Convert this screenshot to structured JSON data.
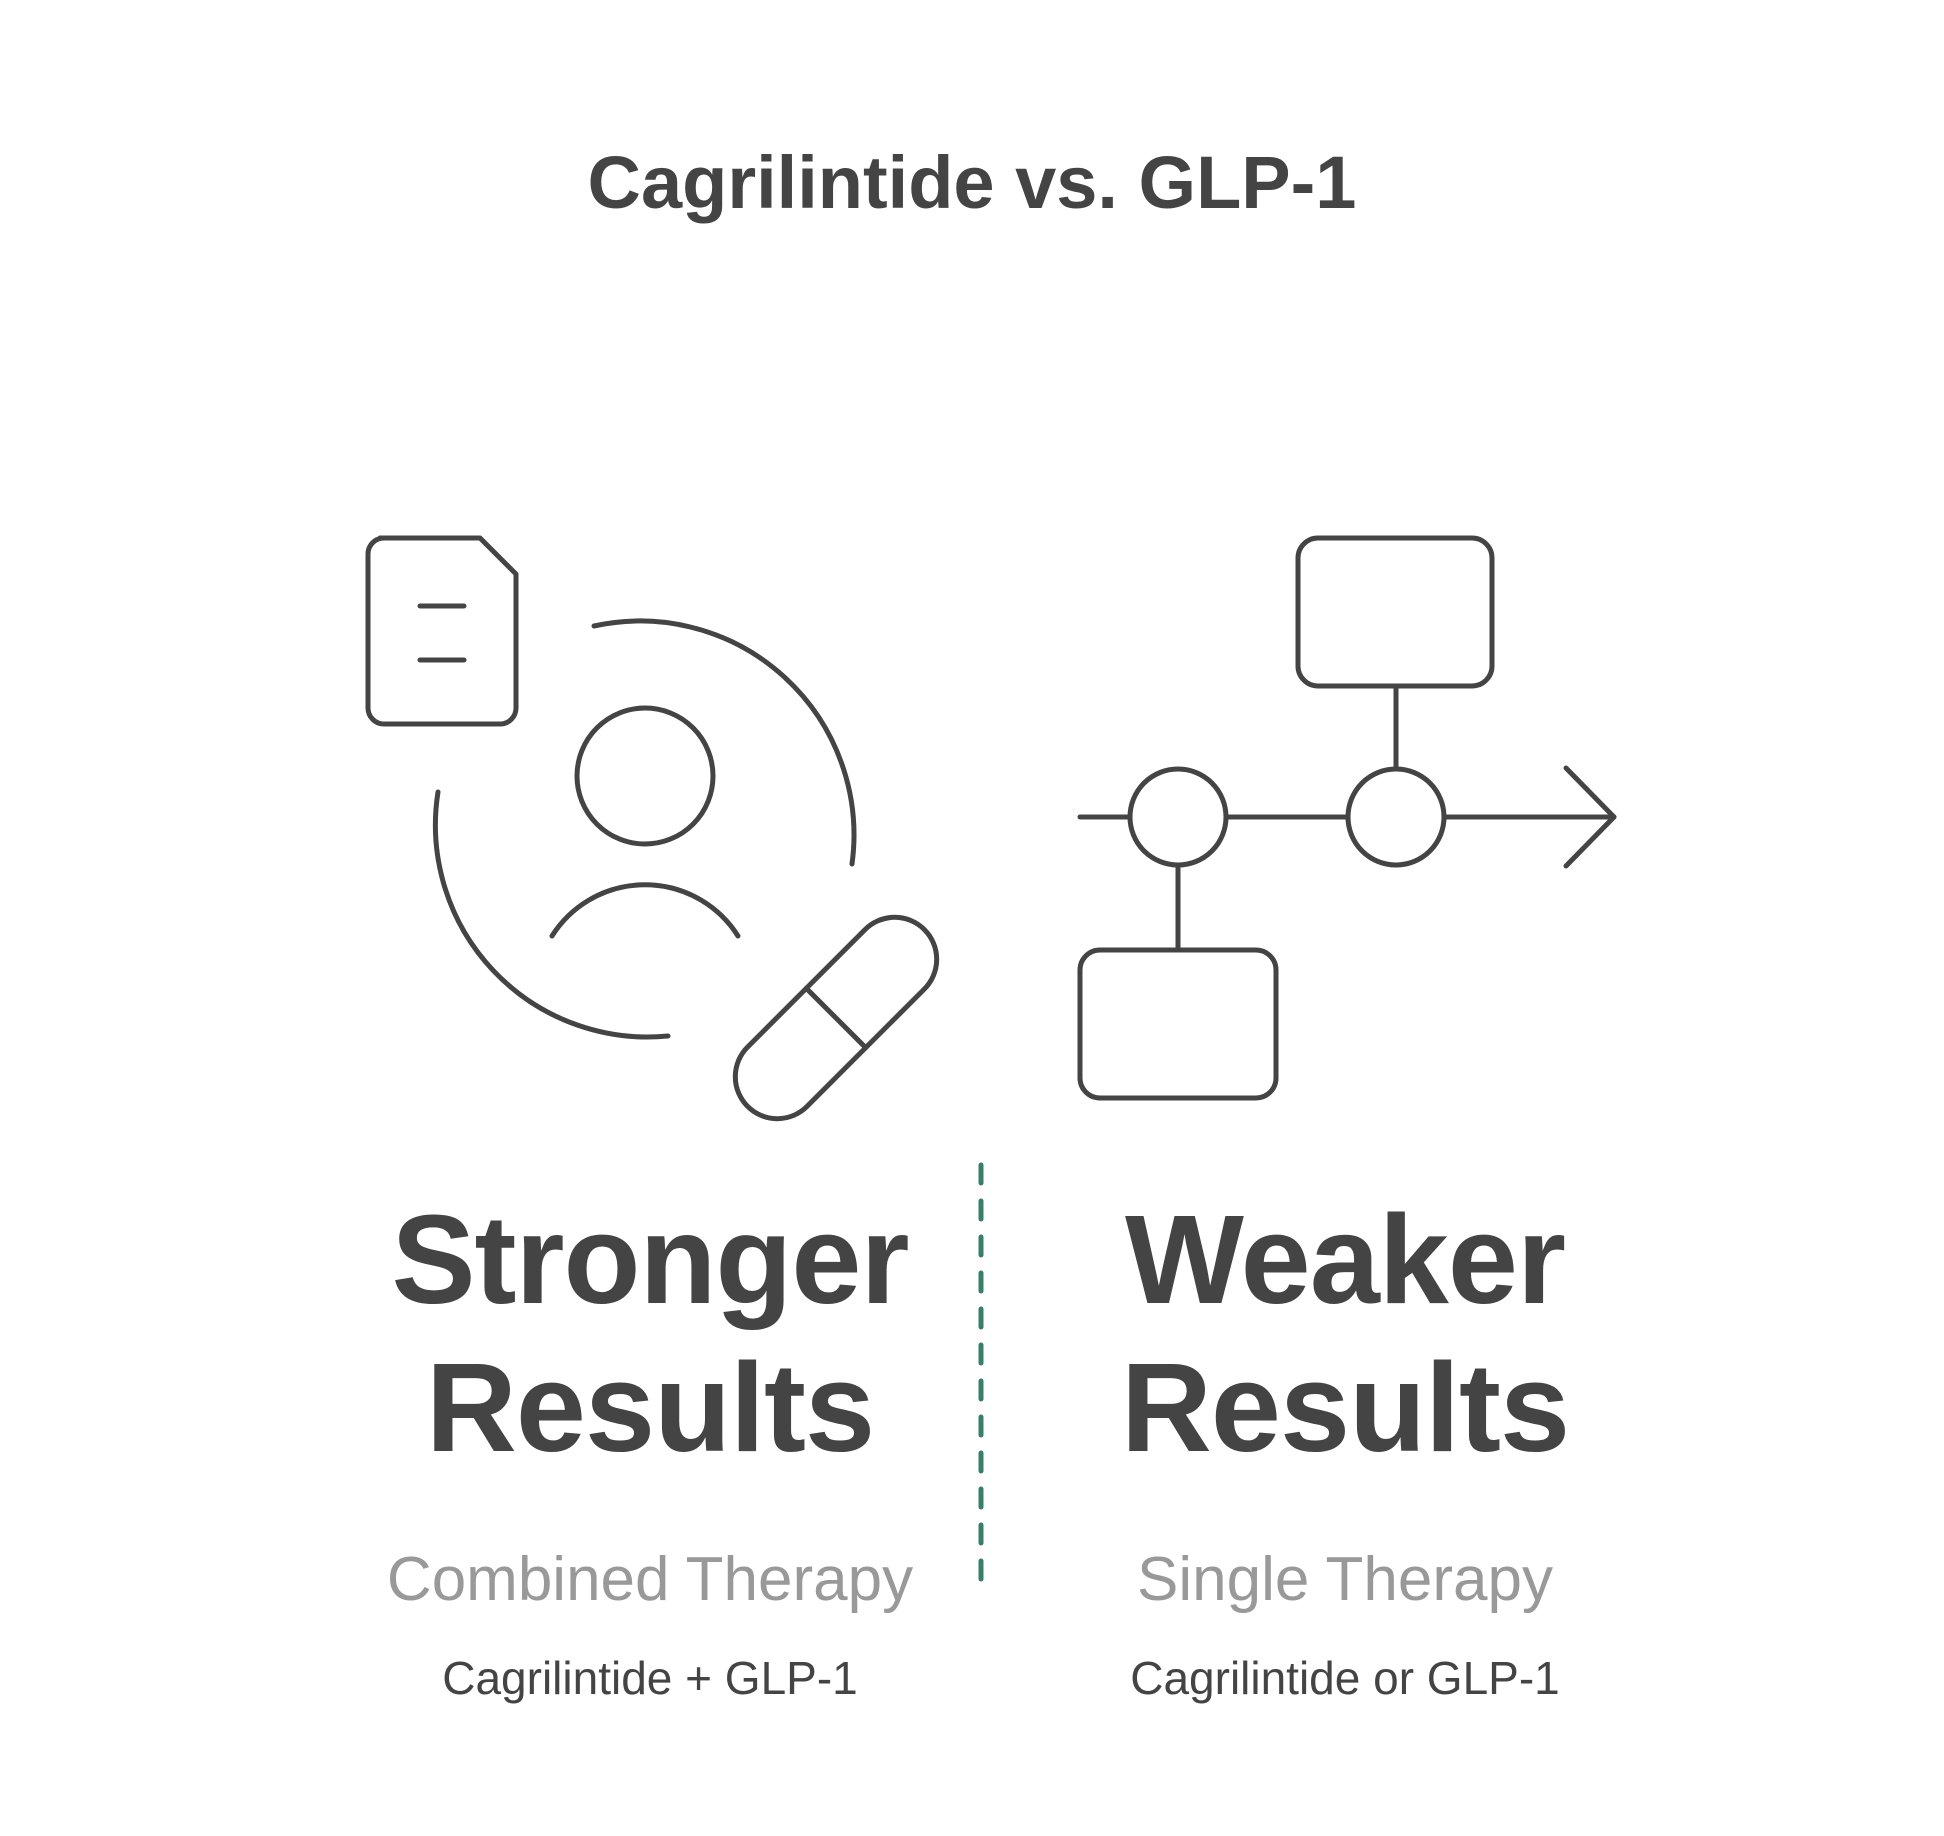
{
  "title": "Cagrilintide vs. GLP-1",
  "colors": {
    "text_dark": "#444444",
    "text_muted": "#999999",
    "icon_stroke": "#444444",
    "divider": "#3a7d6a"
  },
  "left": {
    "icon": "patient-medication-icon",
    "heading_line1": "Stronger",
    "heading_line2": "Results",
    "subtitle": "Combined Therapy",
    "detail": "Cagrilintide + GLP-1"
  },
  "right": {
    "icon": "process-flow-icon",
    "heading_line1": "Weaker",
    "heading_line2": "Results",
    "subtitle": "Single Therapy",
    "detail": "Cagrilintide or GLP-1"
  }
}
